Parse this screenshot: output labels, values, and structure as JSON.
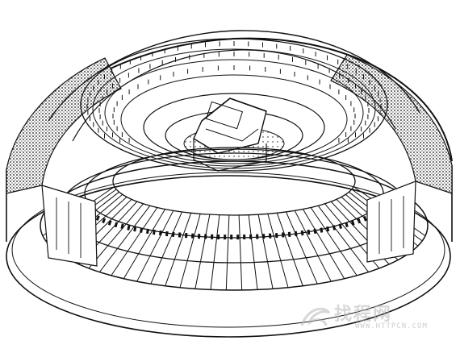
{
  "illustration": {
    "subject": "cutaway-round-earthen-building",
    "colors": {
      "ink": "#111111",
      "paper": "#ffffff",
      "watermark": "#b8b8b8"
    }
  },
  "watermark": {
    "text_cn": "找程网",
    "url": "WWW.HTTPCN.COM",
    "logo_icon": "swirl-logo-icon"
  }
}
